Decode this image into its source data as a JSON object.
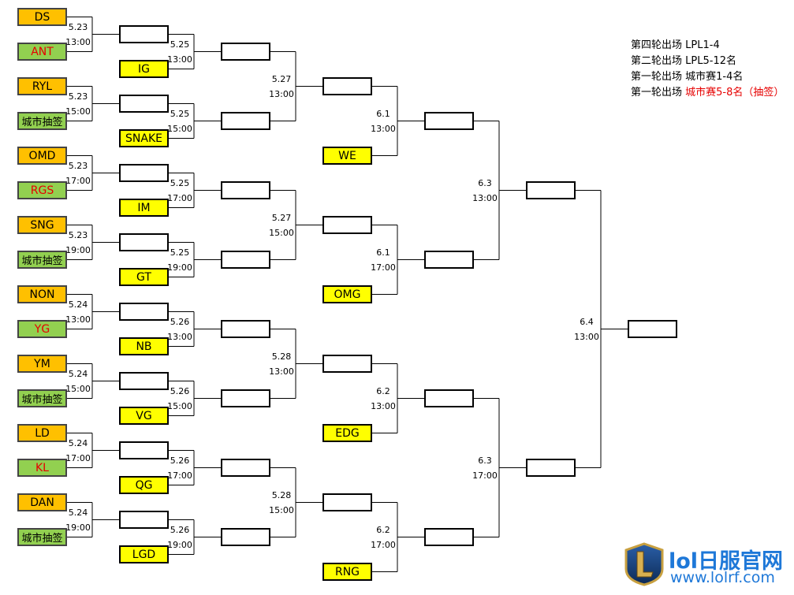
{
  "teams": {
    "r1": [
      {
        "name": "DS",
        "color": "orange",
        "red": false
      },
      {
        "name": "ANT",
        "color": "green",
        "red": true
      },
      {
        "name": "RYL",
        "color": "orange",
        "red": false
      },
      {
        "name": "城市抽签",
        "color": "green",
        "red": false
      },
      {
        "name": "OMD",
        "color": "orange",
        "red": false
      },
      {
        "name": "RGS",
        "color": "green",
        "red": true
      },
      {
        "name": "SNG",
        "color": "orange",
        "red": false
      },
      {
        "name": "城市抽签",
        "color": "green",
        "red": false
      },
      {
        "name": "NON",
        "color": "orange",
        "red": false
      },
      {
        "name": "YG",
        "color": "green",
        "red": true
      },
      {
        "name": "YM",
        "color": "orange",
        "red": false
      },
      {
        "name": "城市抽签",
        "color": "green",
        "red": false
      },
      {
        "name": "LD",
        "color": "orange",
        "red": false
      },
      {
        "name": "KL",
        "color": "green",
        "red": true
      },
      {
        "name": "DAN",
        "color": "orange",
        "red": false
      },
      {
        "name": "城市抽签",
        "color": "green",
        "red": false
      }
    ],
    "r2_seeds": [
      "IG",
      "SNAKE",
      "IM",
      "GT",
      "NB",
      "VG",
      "QG",
      "LGD"
    ],
    "r4_seeds": [
      "WE",
      "OMG",
      "EDG",
      "RNG"
    ]
  },
  "schedule": {
    "r1": [
      [
        "5.23",
        "13:00"
      ],
      [
        "5.23",
        "15:00"
      ],
      [
        "5.23",
        "17:00"
      ],
      [
        "5.23",
        "19:00"
      ],
      [
        "5.24",
        "13:00"
      ],
      [
        "5.24",
        "15:00"
      ],
      [
        "5.24",
        "17:00"
      ],
      [
        "5.24",
        "19:00"
      ]
    ],
    "r2": [
      [
        "5.25",
        "13:00"
      ],
      [
        "5.25",
        "15:00"
      ],
      [
        "5.25",
        "17:00"
      ],
      [
        "5.25",
        "19:00"
      ],
      [
        "5.26",
        "13:00"
      ],
      [
        "5.26",
        "15:00"
      ],
      [
        "5.26",
        "17:00"
      ],
      [
        "5.26",
        "19:00"
      ]
    ],
    "r3": [
      [
        "5.27",
        "13:00"
      ],
      [
        "5.27",
        "15:00"
      ],
      [
        "5.28",
        "13:00"
      ],
      [
        "5.28",
        "15:00"
      ]
    ],
    "r4": [
      [
        "6.1",
        "13:00"
      ],
      [
        "6.1",
        "17:00"
      ],
      [
        "6.2",
        "13:00"
      ],
      [
        "6.2",
        "17:00"
      ]
    ],
    "r5": [
      [
        "6.3",
        "13:00"
      ],
      [
        "6.3",
        "17:00"
      ]
    ],
    "final": [
      [
        "6.4",
        "13:00"
      ]
    ]
  },
  "legend": [
    {
      "prefix": "第四轮出场",
      "text": "LPL1-4",
      "highlight": false
    },
    {
      "prefix": "第二轮出场",
      "text": "LPL5-12名",
      "highlight": false
    },
    {
      "prefix": "第一轮出场",
      "text": "城市赛1-4名",
      "highlight": false
    },
    {
      "prefix": "第一轮出场",
      "text": "城市赛5-8名（抽签）",
      "highlight": true
    }
  ],
  "logo": {
    "brand": "lol日服官网",
    "url": "www.lolrf.com",
    "emblem": "league-emblem-icon"
  },
  "colors": {
    "orange": "#ffc000",
    "green": "#92d050",
    "yellow": "#ffff00",
    "red": "#e60000",
    "brand": "#1e78d8"
  }
}
